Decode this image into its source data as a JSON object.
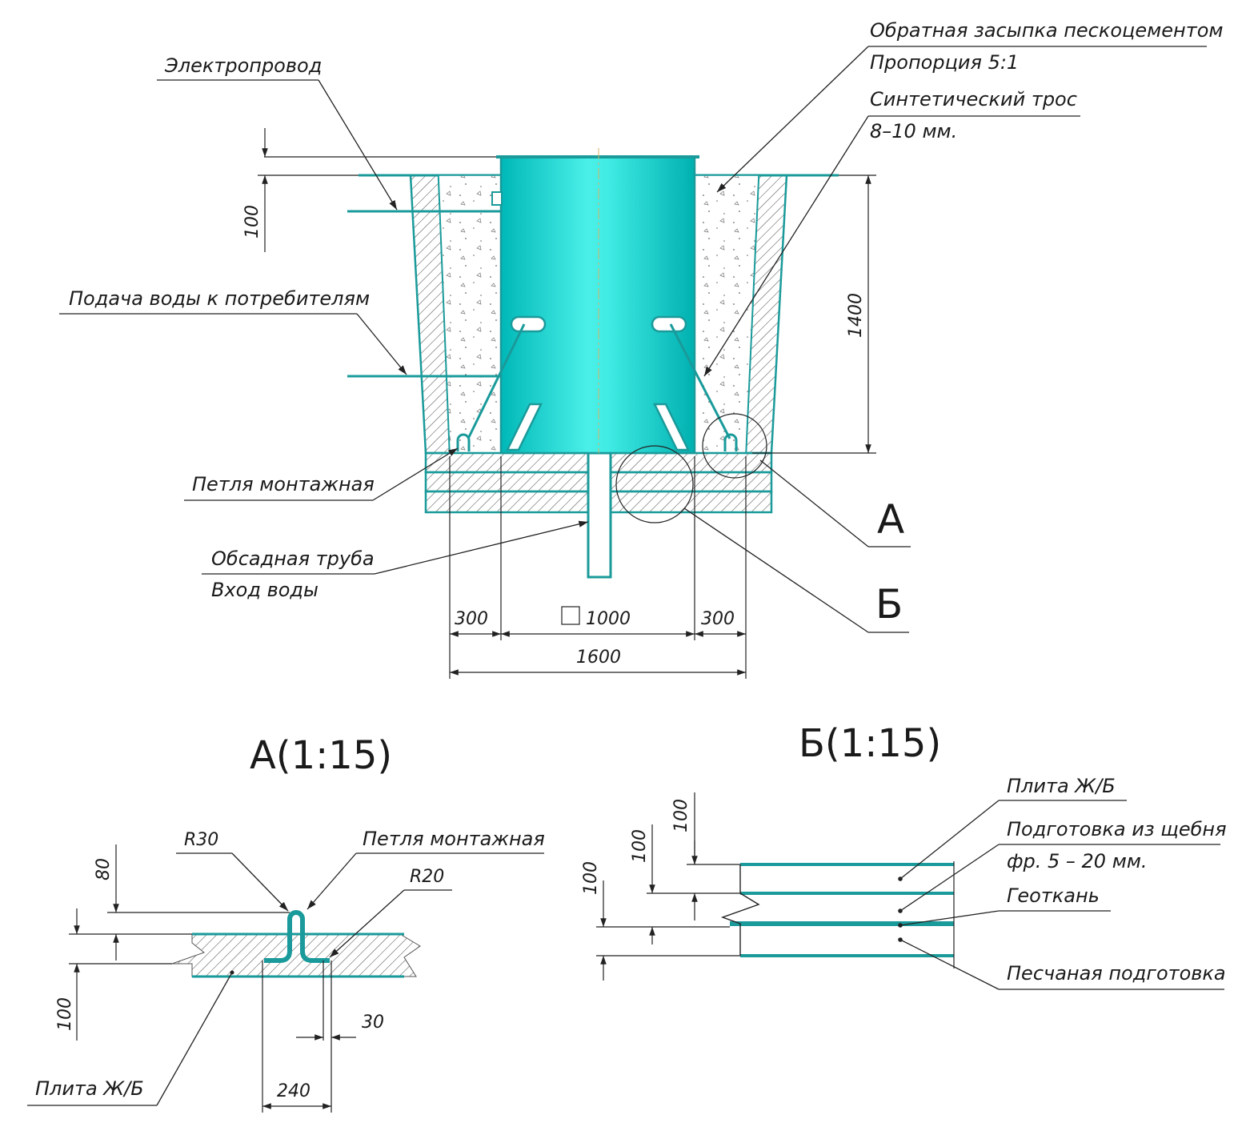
{
  "labels": {
    "backfill_line1": "Обратная засыпка пескоцементом",
    "backfill_line2": "Пропорция 5:1",
    "cable_line1": "Синтетический трос",
    "cable_line2": "8–10 мм.",
    "wire": "Электропровод",
    "water_supply": "Подача воды к потребителям",
    "loop": "Петля монтажная",
    "casing_line1": "Обсадная труба",
    "casing_line2": "Вход воды",
    "callout_a": "А",
    "callout_b": "Б"
  },
  "dimensions": {
    "top_100": "100",
    "depth_1400": "1400",
    "side_left_300": "300",
    "inner_1000": "1000",
    "side_right_300": "300",
    "total_1600": "1600"
  },
  "detail_a": {
    "title": "А(1:15)",
    "r30": "R30",
    "loop": "Петля монтажная",
    "r20": "R20",
    "dim_80": "80",
    "dim_100": "100",
    "dim_30": "30",
    "dim_240": "240",
    "slab": "Плита Ж/Б"
  },
  "detail_b": {
    "title": "Б(1:15)",
    "slab": "Плита Ж/Б",
    "gravel_line1": "Подготовка из щебня",
    "gravel_line2": "фр. 5 – 20 мм.",
    "geotextile": "Геоткань",
    "sand": "Песчаная подготовка",
    "dim_100_a": "100",
    "dim_100_b": "100",
    "dim_100_c": "100"
  },
  "colors": {
    "teal_outline": "#1a9a9a",
    "caisson_light": "#3ee8e0",
    "caisson_dark": "#00b4b4"
  }
}
